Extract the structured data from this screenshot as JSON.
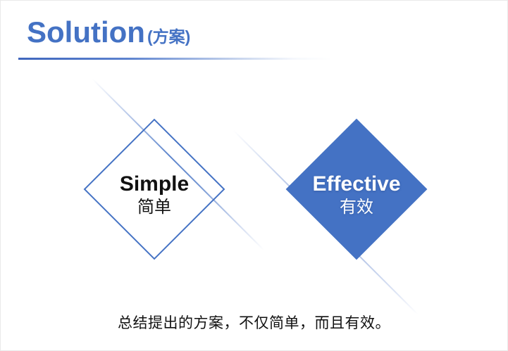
{
  "slide": {
    "title": {
      "main": "Solution",
      "sub": "(方案)"
    },
    "diamonds": [
      {
        "id": "simple",
        "style": "outline",
        "label_en": "Simple",
        "label_zh": "简单"
      },
      {
        "id": "effective",
        "style": "filled",
        "label_en": "Effective",
        "label_zh": "有效"
      }
    ],
    "caption": "总结提出的方案，不仅简单，而且有效。",
    "colors": {
      "accent_blue": "#4472c4",
      "text_dark": "#111111",
      "text_light": "#ffffff",
      "background": "#ffffff"
    }
  }
}
